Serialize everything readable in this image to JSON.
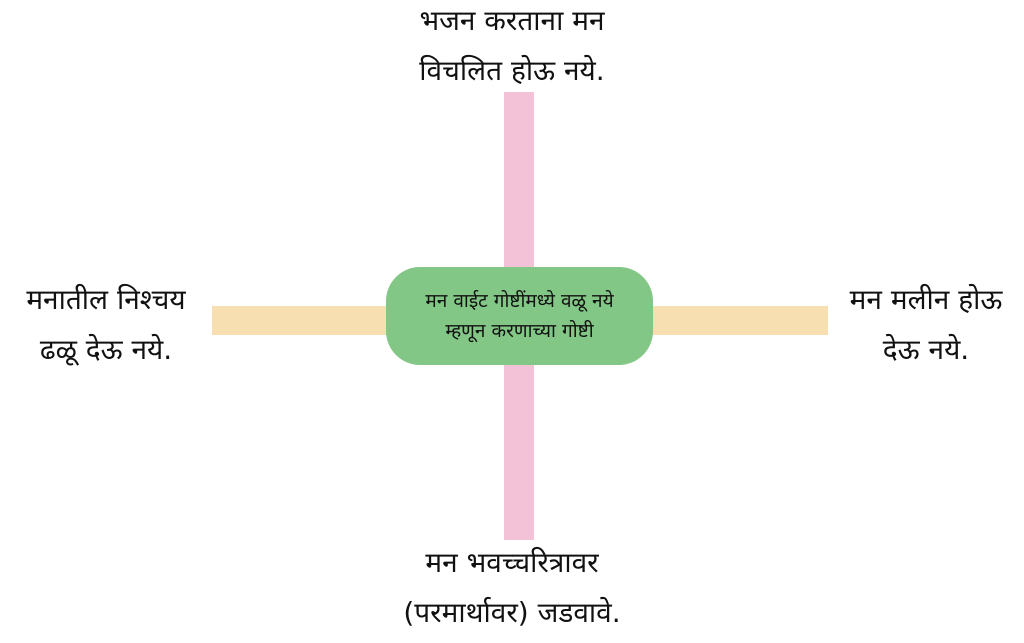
{
  "colors": {
    "vertical_bar": "#f4c2d6",
    "horizontal_bar": "#f7dfb1",
    "center_box": "#82c785"
  },
  "center": {
    "lines": [
      "मन वाईट गोष्टींमध्ये वळू नये",
      "म्हणून करणाच्या गोष्टी"
    ]
  },
  "top": {
    "lines": [
      "भजन करताना मन",
      "विचलित होऊ नये."
    ]
  },
  "left": {
    "lines": [
      "मनातील निश्चय",
      "ढळू देऊ नये."
    ]
  },
  "right": {
    "lines": [
      "मन मलीन होऊ",
      "देऊ नये."
    ]
  },
  "bottom": {
    "lines": [
      "मन भवच्चरित्रावर",
      "(परमार्थावर) जडवावे."
    ]
  }
}
